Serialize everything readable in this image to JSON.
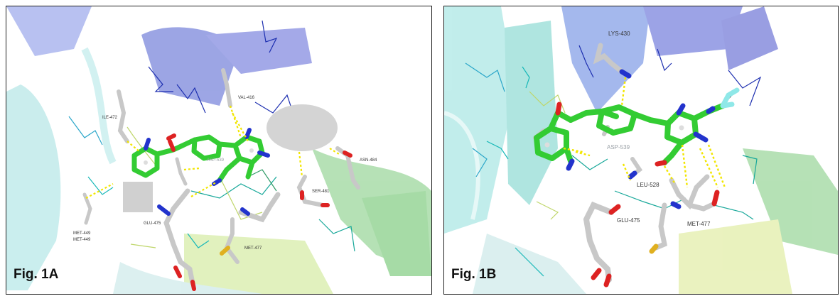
{
  "panelA": {
    "label": "Fig. 1A",
    "residues": {
      "ile472": "ILE-472",
      "val416": "VAL-416",
      "asp539": "ASP-539",
      "asn484": "ASN-484",
      "ser481": "SER-481",
      "met449a": "MET-449",
      "met449b": "MET-449",
      "glu475": "GLU-475",
      "met477": "MET-477"
    }
  },
  "panelB": {
    "label": "Fig. 1B",
    "residues": {
      "lys430": "LYS-430",
      "asp539": "ASP-539",
      "leu528": "LEU-528",
      "glu475": "GLU-475",
      "met477": "MET-477"
    }
  },
  "colors": {
    "ligand": "#33cc33",
    "residue_stick": "#c8c8c8",
    "hbond": "#f2e600",
    "oxygen": "#dd2222",
    "nitrogen": "#2233cc",
    "sulfur": "#e0b020",
    "helix_blue": "#5560d8",
    "sheet_cyan": "#7fd8d8",
    "green_sheet": "#7ad07a",
    "occlusion": "#d4d4d4"
  }
}
